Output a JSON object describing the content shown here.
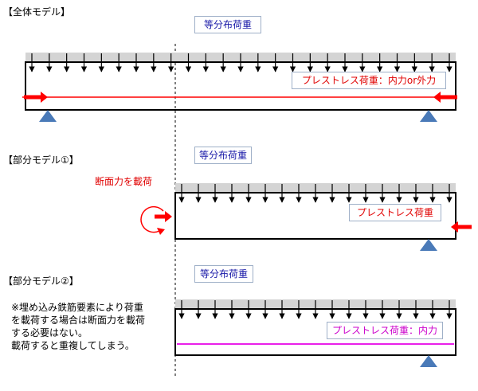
{
  "colors": {
    "load_bar": "#d4d4d4",
    "beam_border": "#000000",
    "prestress_line": "#ff0000",
    "internal_line": "#e600e6",
    "support": "#4a7ab8",
    "label_blue": "#1a1aa8",
    "label_red": "#e00000",
    "label_magenta": "#cc00cc"
  },
  "icons": {
    "arrow": "right-arrow-icon",
    "moment": "moment-circle-icon",
    "support": "triangle-support-icon"
  },
  "full_model": {
    "title": "【全体モデル】",
    "load_label": "等分布荷重",
    "prestress_label": "プレストレス荷重：内力or外力"
  },
  "partial1": {
    "title": "【部分モデル①】",
    "load_label": "等分布荷重",
    "section_force_label": "断面力を載荷",
    "prestress_label": "プレストレス荷重"
  },
  "partial2": {
    "title": "【部分モデル②】",
    "load_label": "等分布荷重",
    "prestress_label": "プレストレス荷重：内力",
    "note": [
      "※埋め込み鉄筋要素により荷重",
      "を載荷する場合は断面力を載荷",
      "する必要はない。",
      "載荷すると重複してしまう。"
    ]
  }
}
